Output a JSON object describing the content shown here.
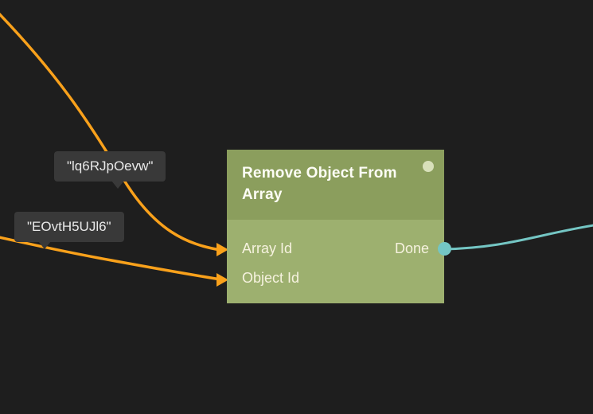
{
  "canvas": {
    "background_color": "#1e1e1e"
  },
  "node": {
    "title": "Remove Object From Array",
    "inputs": [
      {
        "label": "Array Id"
      },
      {
        "label": "Object Id"
      }
    ],
    "outputs": [
      {
        "label": "Done"
      }
    ],
    "colors": {
      "header": "#8b9e5d",
      "body": "#9db06f",
      "output_port": "#74c6c4",
      "status_dot": "#d8e0ba"
    }
  },
  "value_labels": [
    {
      "text": "\"lq6RJpOevw\""
    },
    {
      "text": "\"EOvtH5UJl6\""
    }
  ],
  "wires": {
    "input_color": "#f9a11b",
    "output_color": "#74c6c4"
  }
}
